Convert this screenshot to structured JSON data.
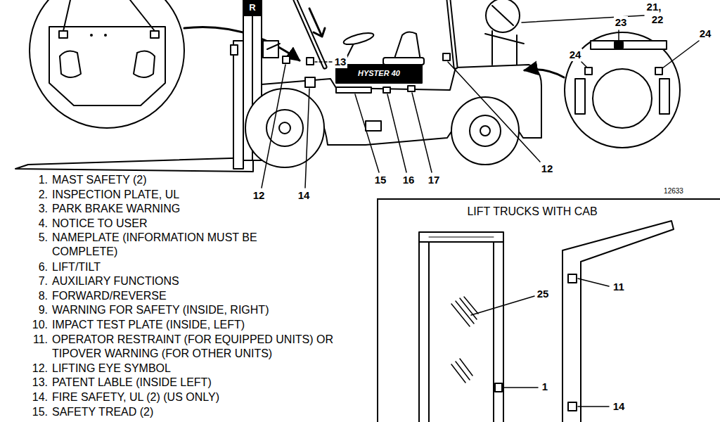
{
  "diagram": {
    "nodes": [
      {
        "text": [
          "LIFT TRUCKS WITH CAB"
        ]
      }
    ],
    "labels": [
      "R",
      "21,",
      "22",
      "23",
      "24",
      "24",
      "13",
      "HYSTER 40",
      "12",
      "12",
      "14",
      "15",
      "16",
      "17",
      "12633",
      "1.",
      "MAST SAFETY (2)",
      "2.",
      "INSPECTION PLATE, UL",
      "3.",
      "PARK BRAKE WARNING",
      "4.",
      "NOTICE TO USER",
      "5.",
      "NAMEPLATE (INFORMATION MUST BE COMPLETE)",
      "6.",
      "LIFT/TILT",
      "7.",
      "AUXILIARY FUNCTIONS",
      "8.",
      "FORWARD/REVERSE",
      "9.",
      "WARNING FOR SAFETY (INSIDE, RIGHT)",
      "10.",
      "IMPACT TEST PLATE (INSIDE, LEFT)",
      "11.",
      "OPERATOR RESTRAINT (FOR EQUIPPED UNITS) OR TIPOVER WARNING (FOR OTHER UNITS)",
      "12.",
      "LIFTING EYE SYMBOL",
      "13.",
      "PATENT LABLE (INSIDE LEFT)",
      "14.",
      "FIRE SAFETY, UL (2) (US ONLY)",
      "15.",
      "SAFETY TREAD (2)",
      "25",
      "11",
      "1",
      "14"
    ]
  }
}
